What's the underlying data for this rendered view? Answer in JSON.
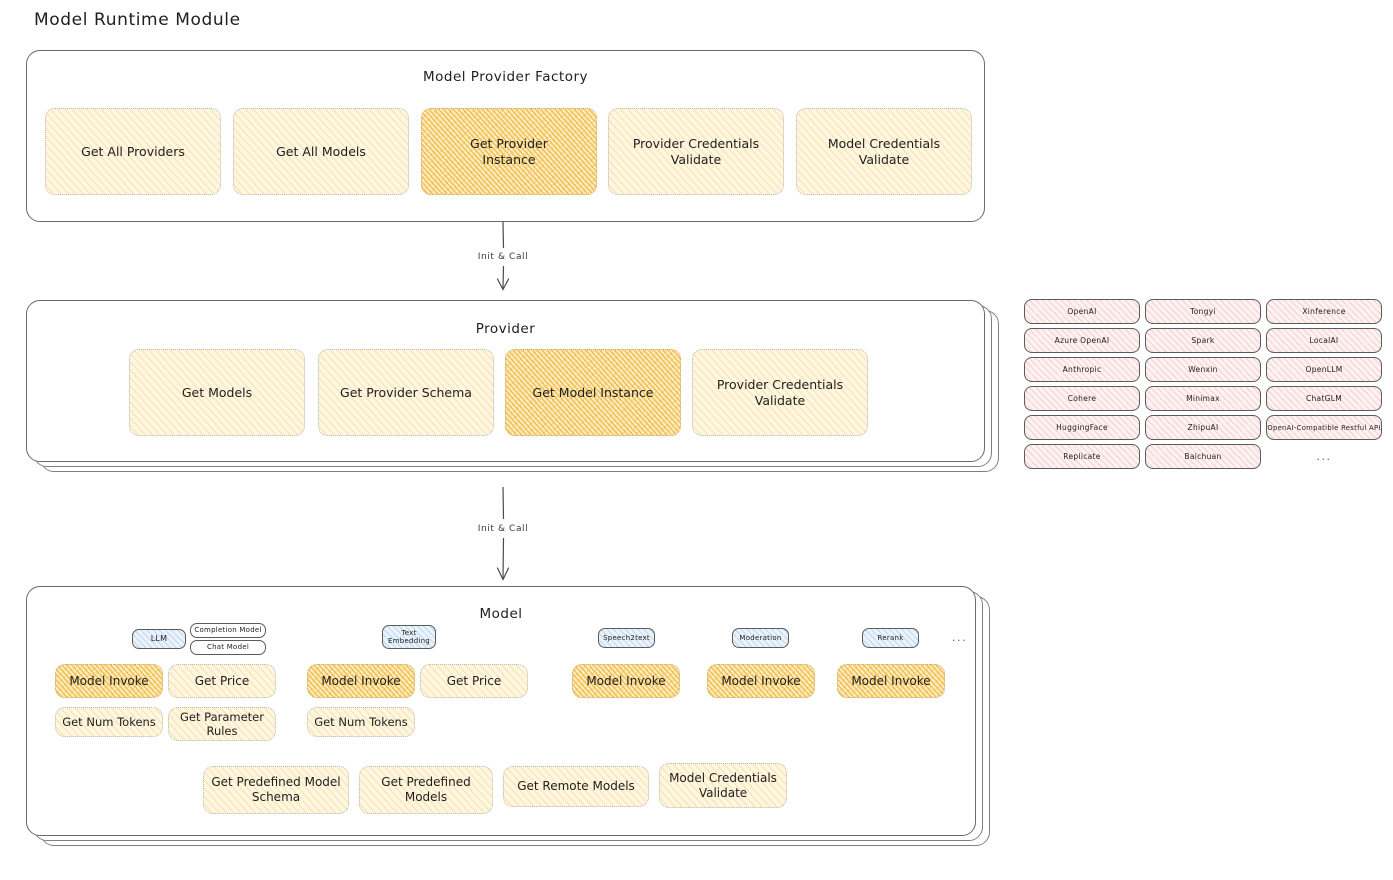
{
  "page": {
    "title": "Model Runtime Module"
  },
  "arrows": [
    {
      "label": "Init & Call"
    },
    {
      "label": "Init & Call"
    }
  ],
  "factory": {
    "title": "Model Provider Factory",
    "boxes": [
      {
        "label": "Get All Providers",
        "highlight": false
      },
      {
        "label": "Get All Models",
        "highlight": false
      },
      {
        "label": "Get Provider\nInstance",
        "highlight": true
      },
      {
        "label": "Provider Credentials\nValidate",
        "highlight": false
      },
      {
        "label": "Model Credentials\nValidate",
        "highlight": false
      }
    ]
  },
  "provider": {
    "title": "Provider",
    "boxes": [
      {
        "label": "Get Models",
        "highlight": false
      },
      {
        "label": "Get Provider Schema",
        "highlight": false
      },
      {
        "label": "Get Model Instance",
        "highlight": true
      },
      {
        "label": "Provider Credentials\nValidate",
        "highlight": false
      }
    ]
  },
  "provider_list": {
    "columns": [
      {
        "items": [
          "OpenAI",
          "Azure OpenAI",
          "Anthropic",
          "Cohere",
          "HuggingFace",
          "Replicate"
        ]
      },
      {
        "items": [
          "Tongyi",
          "Spark",
          "Wenxin",
          "Minimax",
          "ZhipuAI",
          "Baichuan"
        ]
      },
      {
        "items": [
          "Xinference",
          "LocalAI",
          "OpenLLM",
          "ChatGLM",
          "OpenAI-Compatible Restful API"
        ]
      }
    ],
    "more": "..."
  },
  "model": {
    "title": "Model",
    "more": "...",
    "types": [
      {
        "badge": "LLM",
        "badge_style": "blue",
        "sub_badges": [
          "Completion Model",
          "Chat Model"
        ],
        "boxes": [
          {
            "label": "Model Invoke",
            "highlight": true
          },
          {
            "label": "Get Price",
            "highlight": false
          },
          {
            "label": "Get Num Tokens",
            "highlight": false
          },
          {
            "label": "Get Parameter\nRules",
            "highlight": false
          }
        ]
      },
      {
        "badge": "Text\nEmbedding",
        "badge_style": "blue",
        "sub_badges": [],
        "boxes": [
          {
            "label": "Model Invoke",
            "highlight": true
          },
          {
            "label": "Get Price",
            "highlight": false
          },
          {
            "label": "Get Num Tokens",
            "highlight": false
          }
        ]
      },
      {
        "badge": "Speech2text",
        "badge_style": "blue",
        "sub_badges": [],
        "boxes": [
          {
            "label": "Model Invoke",
            "highlight": true
          }
        ]
      },
      {
        "badge": "Moderation",
        "badge_style": "blue",
        "sub_badges": [],
        "boxes": [
          {
            "label": "Model Invoke",
            "highlight": true
          }
        ]
      },
      {
        "badge": "Rerank",
        "badge_style": "blue",
        "sub_badges": [],
        "boxes": [
          {
            "label": "Model Invoke",
            "highlight": true
          }
        ]
      }
    ],
    "common_boxes": [
      {
        "label": "Get Predefined Model\nSchema"
      },
      {
        "label": "Get Predefined\nModels"
      },
      {
        "label": "Get Remote Models"
      },
      {
        "label": "Model Credentials\nValidate"
      }
    ]
  },
  "colors": {
    "highlight_fill": "#f0b228",
    "soft_fill": "#f5c64a",
    "provider_chip": "#e0807c",
    "badge_blue": "#5c96cd",
    "stroke": "#1e1e1e"
  }
}
